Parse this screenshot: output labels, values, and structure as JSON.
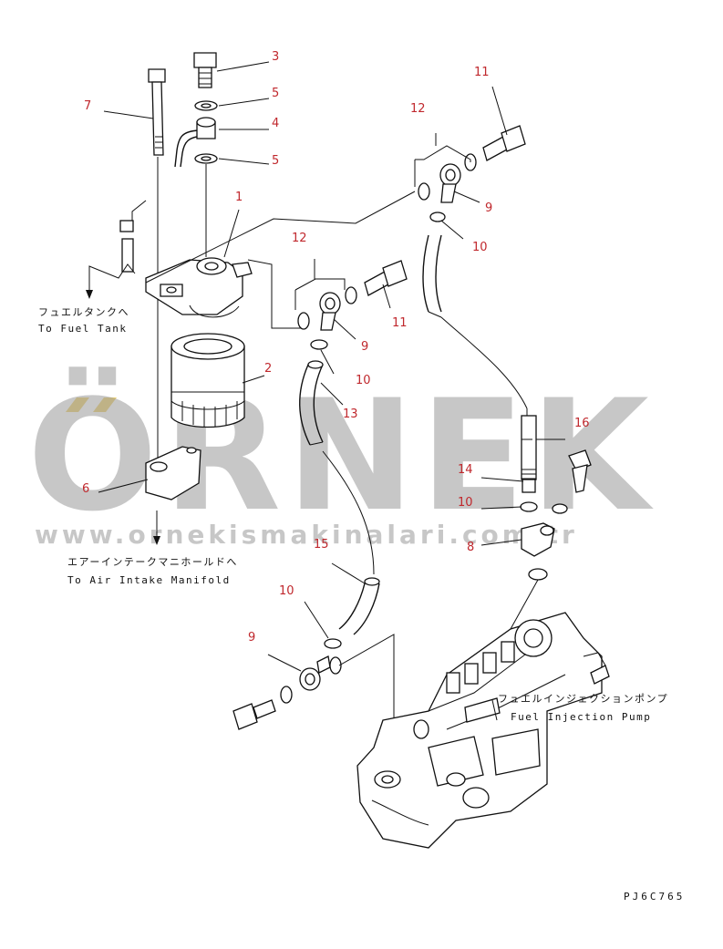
{
  "diagram": {
    "drawing_code": "PJ6C765",
    "callouts": [
      {
        "id": "c1",
        "label": "1"
      },
      {
        "id": "c2",
        "label": "2"
      },
      {
        "id": "c3",
        "label": "3"
      },
      {
        "id": "c4",
        "label": "4"
      },
      {
        "id": "c5a",
        "label": "5"
      },
      {
        "id": "c5b",
        "label": "5"
      },
      {
        "id": "c6",
        "label": "6"
      },
      {
        "id": "c7",
        "label": "7"
      },
      {
        "id": "c8",
        "label": "8"
      },
      {
        "id": "c9a",
        "label": "9"
      },
      {
        "id": "c9b",
        "label": "9"
      },
      {
        "id": "c9c",
        "label": "9"
      },
      {
        "id": "c10a",
        "label": "10"
      },
      {
        "id": "c10b",
        "label": "10"
      },
      {
        "id": "c10c",
        "label": "10"
      },
      {
        "id": "c10d",
        "label": "10"
      },
      {
        "id": "c11a",
        "label": "11"
      },
      {
        "id": "c11b",
        "label": "11"
      },
      {
        "id": "c12a",
        "label": "12"
      },
      {
        "id": "c12b",
        "label": "12"
      },
      {
        "id": "c13",
        "label": "13"
      },
      {
        "id": "c14",
        "label": "14"
      },
      {
        "id": "c15",
        "label": "15"
      },
      {
        "id": "c16",
        "label": "16"
      }
    ],
    "annotations": {
      "fuel_tank_jp": "フュエルタンクへ",
      "fuel_tank_en": "To Fuel Tank",
      "air_intake_jp": "エアーインテークマニホールドへ",
      "air_intake_en": "To Air Intake Manifold",
      "injection_pump_jp": "フュエルインジェクションポンプ",
      "injection_pump_en": "Fuel Injection Pump"
    },
    "watermark": {
      "brand": "ÖRNEK",
      "url": "www.ornekismakinalari.com.tr"
    },
    "colors": {
      "callout": "#c0282d",
      "line": "#111111",
      "watermark": "#9a9a9a"
    }
  }
}
